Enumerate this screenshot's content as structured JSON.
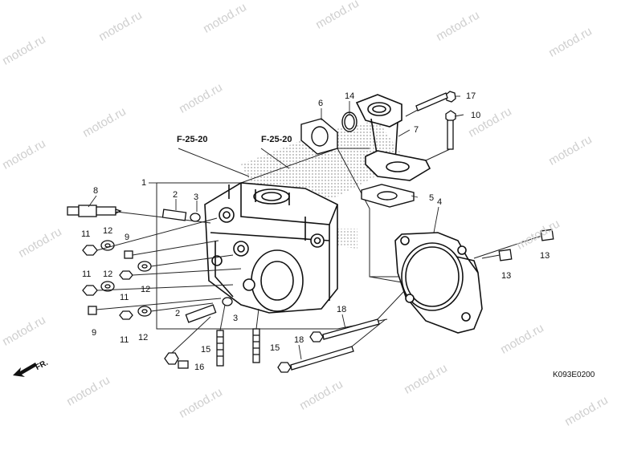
{
  "watermark": "motod.ru",
  "references": [
    "F-25-20",
    "F-25-20"
  ],
  "part_callouts": [
    "1",
    "2",
    "3",
    "8",
    "11",
    "12",
    "9",
    "11",
    "12",
    "11",
    "12",
    "9",
    "11",
    "12",
    "2",
    "3",
    "15",
    "15",
    "16",
    "6",
    "14",
    "17",
    "10",
    "7",
    "5",
    "4",
    "13",
    "13",
    "18",
    "18"
  ],
  "diagram_code": "K093E0200",
  "front_indicator": "FR."
}
